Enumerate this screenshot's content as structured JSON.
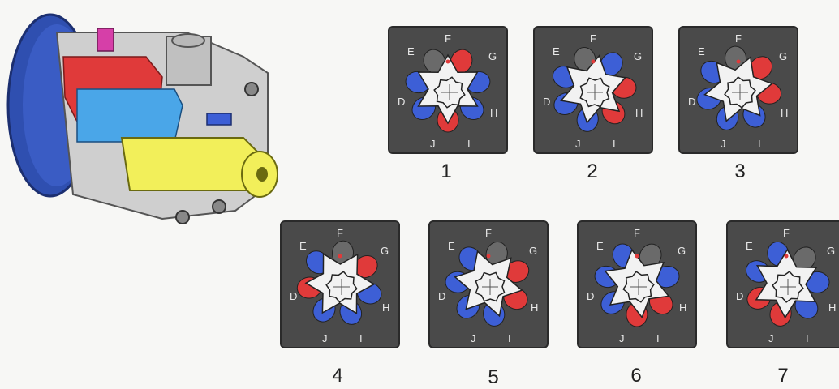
{
  "figure": {
    "port_labels": [
      "D",
      "E",
      "F",
      "G",
      "H",
      "I",
      "J"
    ],
    "stages": [
      {
        "number": "1",
        "red_pockets": [
          0,
          3
        ],
        "blue_pockets": [
          1,
          2,
          4
        ]
      },
      {
        "number": "2",
        "red_pockets": [
          1,
          2
        ],
        "blue_pockets": [
          0,
          3,
          4
        ]
      },
      {
        "number": "3",
        "red_pockets": [
          0,
          1
        ],
        "blue_pockets": [
          2,
          3,
          4
        ]
      },
      {
        "number": "4",
        "red_pockets": [
          0,
          4
        ],
        "blue_pockets": [
          1,
          2,
          3
        ]
      },
      {
        "number": "5",
        "red_pockets": [
          0,
          1
        ],
        "blue_pockets": [
          2,
          3,
          4
        ]
      },
      {
        "number": "6",
        "red_pockets": [
          1,
          2
        ],
        "blue_pockets": [
          0,
          3,
          4
        ]
      },
      {
        "number": "7",
        "red_pockets": [
          2,
          3
        ],
        "blue_pockets": [
          0,
          1,
          4
        ]
      }
    ],
    "colors": {
      "panel": "#4a4a4a",
      "rotor": "#f2f2f2",
      "high_pressure": "#e03a3a",
      "low_pressure": "#3d5fd6",
      "shaft": "#f2ef5a",
      "housing": "#cfcfcf",
      "end_cap": "#2f4fb0"
    }
  }
}
